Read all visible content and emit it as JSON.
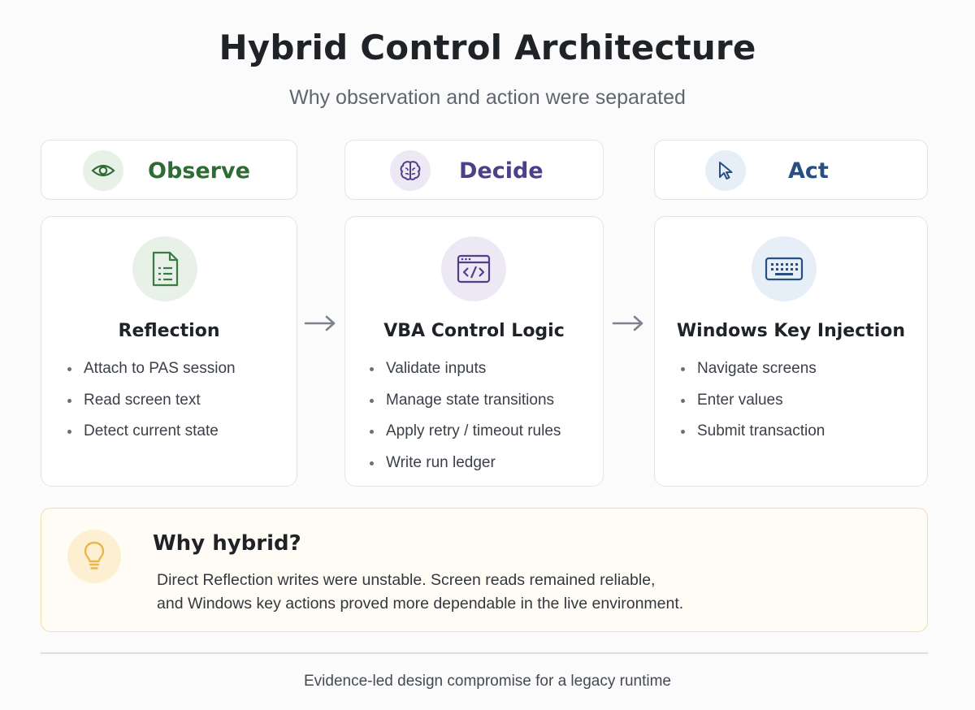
{
  "title": "Hybrid Control Architecture",
  "subtitle": "Why observation and action were separated",
  "stages": [
    {
      "label": "Observe",
      "icon": "eye-icon",
      "color": "#2e6b35",
      "icon_bg": "#e7f1e7",
      "component": "Reflection",
      "component_icon": "document-icon",
      "bullets": [
        "Attach to PAS session",
        "Read screen text",
        "Detect current state"
      ]
    },
    {
      "label": "Decide",
      "icon": "brain-icon",
      "color": "#4e3f86",
      "icon_bg": "#ece9f5",
      "component": "VBA Control Logic",
      "component_icon": "code-window-icon",
      "bullets": [
        "Validate inputs",
        "Manage state transitions",
        "Apply retry / timeout rules",
        "Write run ledger"
      ]
    },
    {
      "label": "Act",
      "icon": "cursor-icon",
      "color": "#274f82",
      "icon_bg": "#e6eef7",
      "component": "Windows Key Injection",
      "component_icon": "keyboard-icon",
      "bullets": [
        "Navigate screens",
        "Enter values",
        "Submit transaction"
      ]
    }
  ],
  "why": {
    "title": "Why hybrid?",
    "icon": "lightbulb-icon",
    "accent": "#e8b74a",
    "lines": [
      "Direct Reflection writes were unstable. Screen reads remained reliable,",
      "and Windows key actions proved more dependable in the live environment."
    ]
  },
  "footer": "Evidence-led design compromise for a legacy runtime"
}
